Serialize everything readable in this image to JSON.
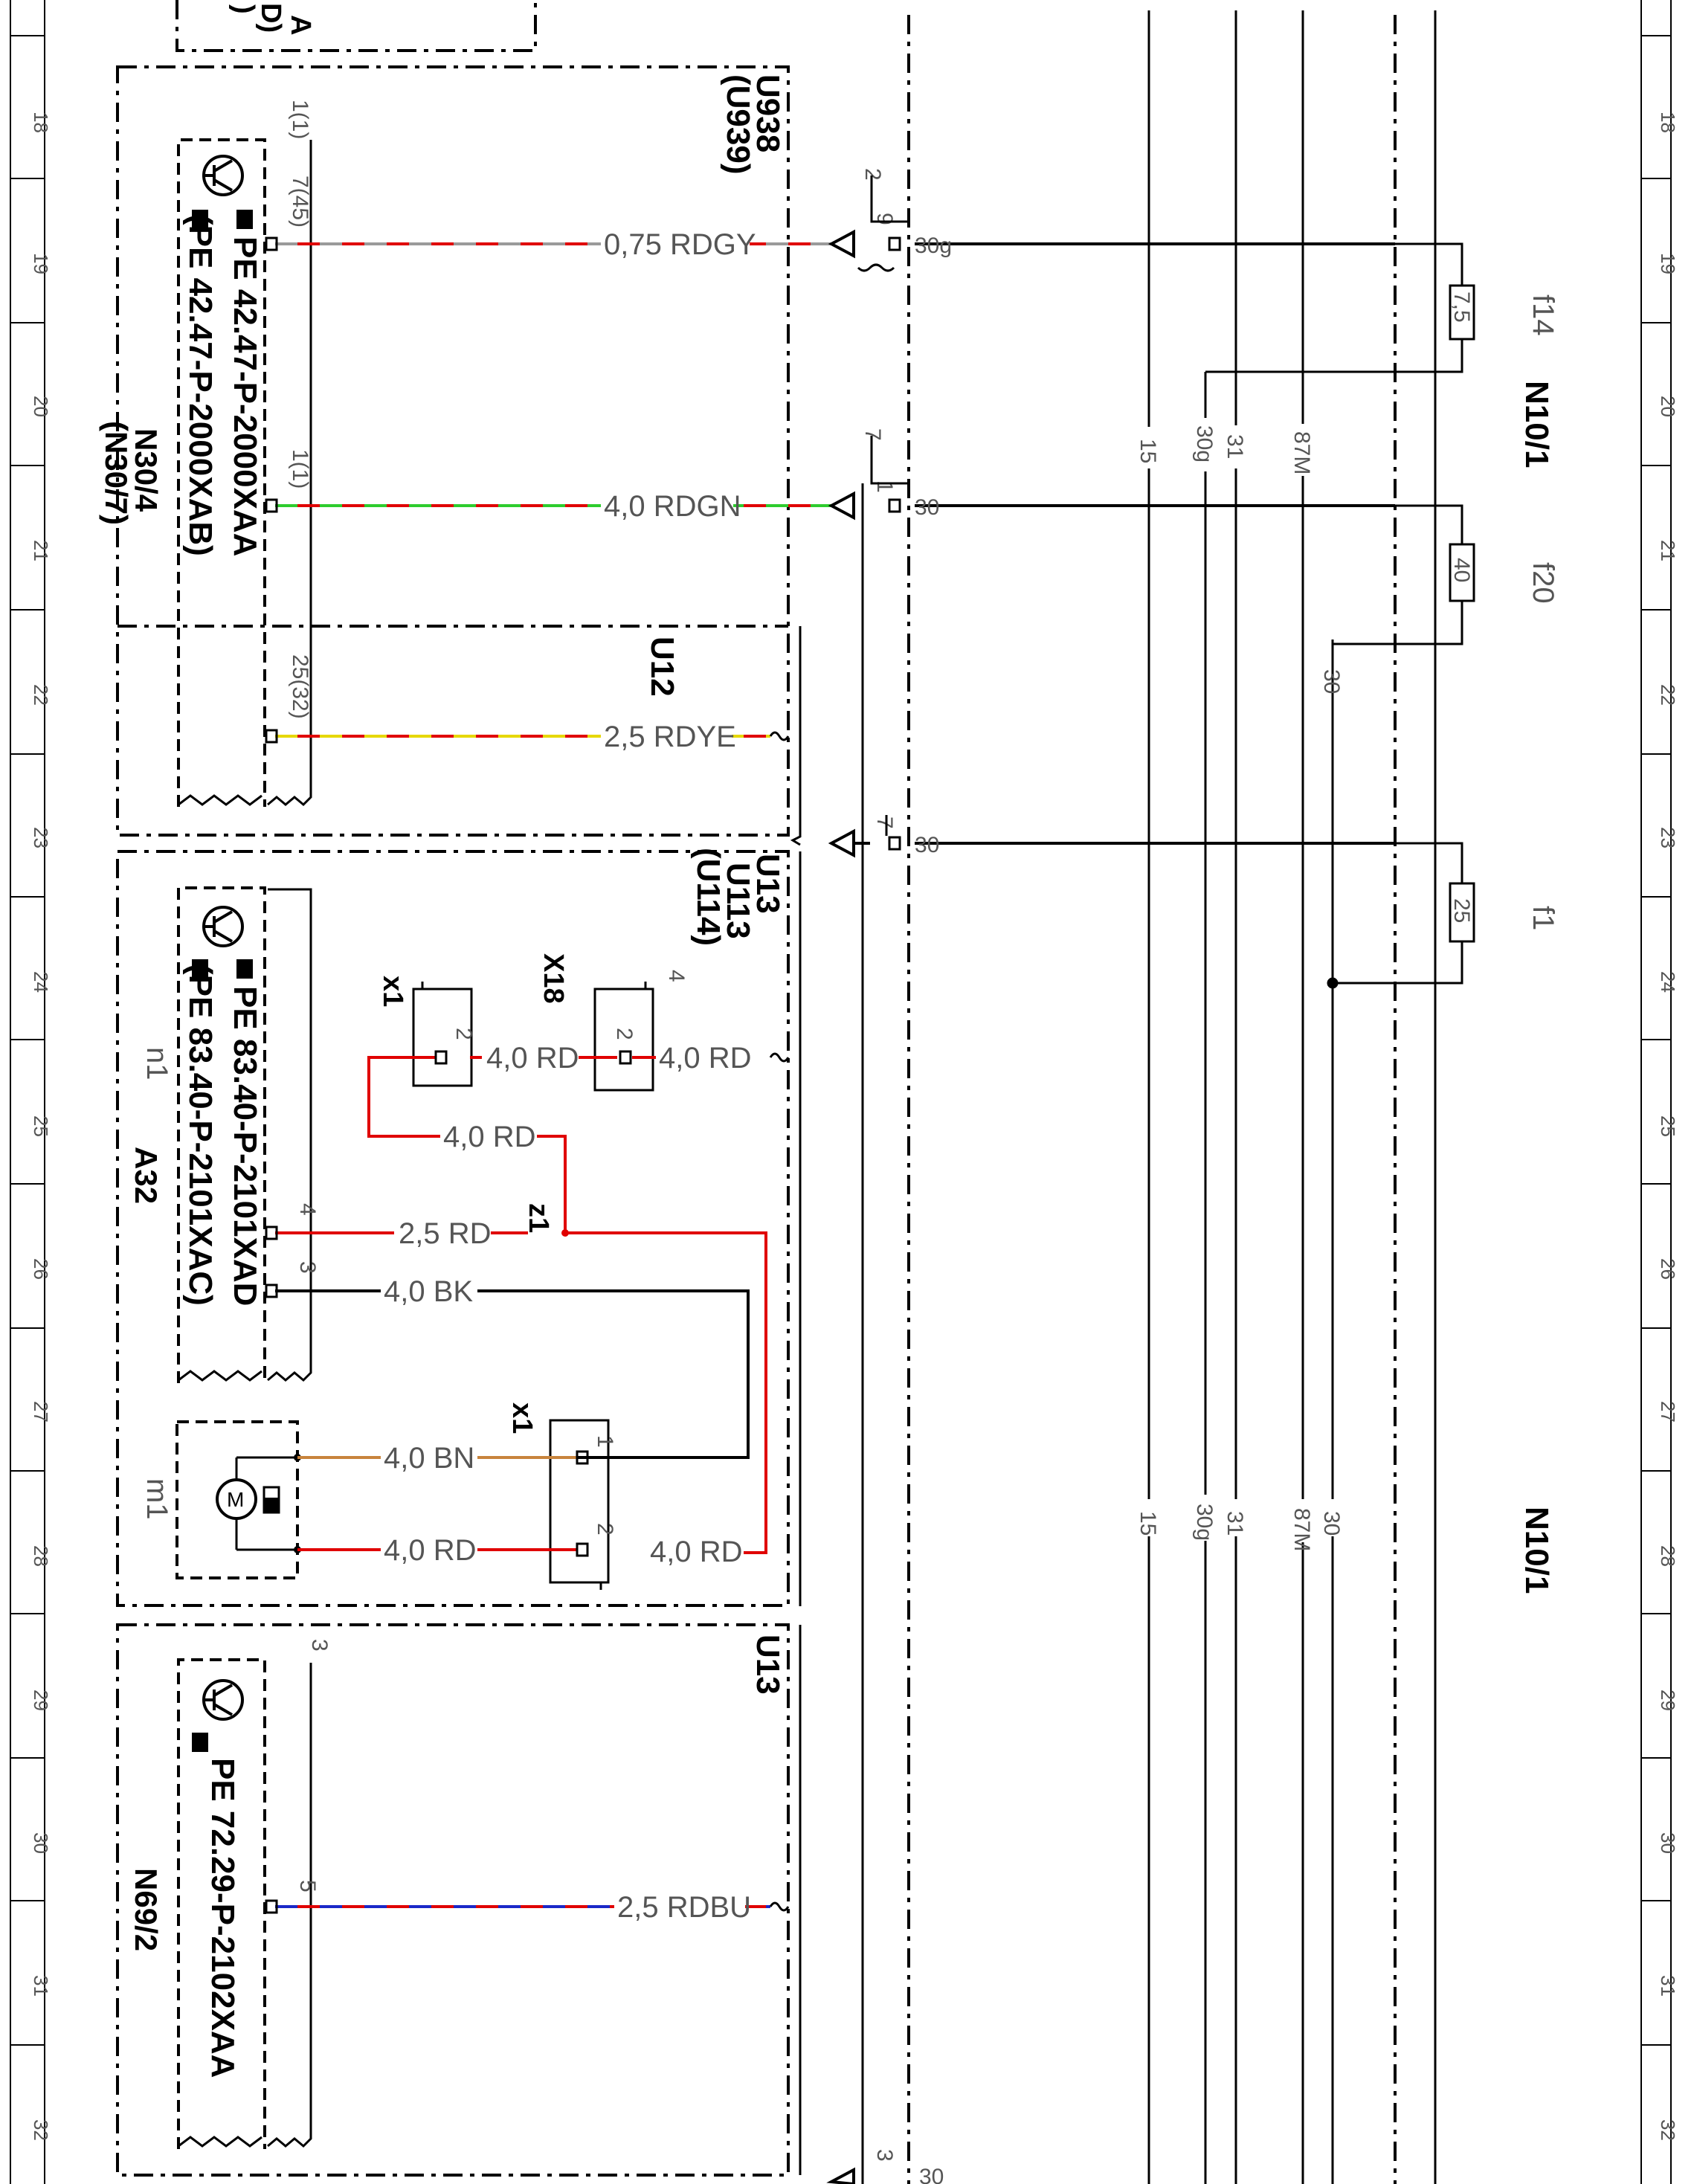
{
  "grid": {
    "numbers": [
      "18",
      "19",
      "20",
      "21",
      "22",
      "23",
      "24",
      "25",
      "26",
      "27",
      "28",
      "29",
      "30",
      "31",
      "32"
    ]
  },
  "modules": {
    "u938": "U938",
    "u939": "(U939)",
    "u12": "U12",
    "u13_top": "U13",
    "u113": "U113",
    "u114": "(U114)",
    "u13_bottom": "U13",
    "n30_4": "N30/4",
    "n30_7": "(N30/7)",
    "n69_2": "N69/2",
    "a32": "A32",
    "n1": "n1",
    "m1": "m1",
    "x1_top": "x1",
    "x18": "X18",
    "z1": "z1",
    "x1_bottom": "x1",
    "n10_1_top": "N10/1",
    "n10_1_bottom": "N10/1",
    "header_a": "A",
    "header_d": "D)",
    "header_paren": ")"
  },
  "references": {
    "n30": [
      "PE 42.47-P-2000XAA",
      "(PE 42.47-P-2000XAB)"
    ],
    "a32": [
      "PE 83.40-P-2101XAD",
      "(PE 83.40-P-2101XAC)"
    ],
    "n69": [
      "PE 72.29-P-2102XAA"
    ]
  },
  "pins": {
    "p1_1": "1(1)",
    "p7_45": "7(45)",
    "p1_1b": "1(1)",
    "p25_32": "25(32)",
    "p2_a": "2",
    "p9": "9",
    "p7_a": "7",
    "p1_b": "1",
    "p7_b": "7",
    "p4_x18": "4",
    "p2_x18": "2",
    "p2_x1": "2",
    "p4_a32": "4",
    "p3_a32": "3",
    "p1_x1": "1",
    "p2_x1b": "2",
    "p3_n69": "3",
    "p5_n69": "5",
    "p3_bottom": "3"
  },
  "wires": {
    "w1": "0,75 RDGY",
    "w2": "4,0 RDGN",
    "w3": "2,5 RDYE",
    "w4": "4,0 RD",
    "w5": "4,0 RD",
    "w6": "4,0 RD",
    "w7": "2,5 RD",
    "w8": "4,0 BK",
    "w9": "4,0 BN",
    "w10": "4,0 RD",
    "w11": "4,0 RD",
    "w12": "2,5 RDBU"
  },
  "terminals": {
    "t30g": "30g",
    "t30_a": "30",
    "t30_b": "30",
    "t30_c": "30",
    "bus_top": [
      "15",
      "30g",
      "31",
      "87M"
    ],
    "bus_bottom": [
      "15",
      "30g",
      "31",
      "87M",
      "30"
    ],
    "t30_vert": "30"
  },
  "fuses": {
    "f14": "f14",
    "f14_val": "7,5",
    "f20": "f20",
    "f20_val": "40",
    "f1": "f1",
    "f1_val": "25"
  },
  "colors": {
    "red": "#e00000",
    "grey": "#9a9a9a",
    "green": "#2ecc2e",
    "yellow": "#e6d800",
    "brown": "#c8843c",
    "blue": "#1b28c8",
    "black": "#000000"
  }
}
